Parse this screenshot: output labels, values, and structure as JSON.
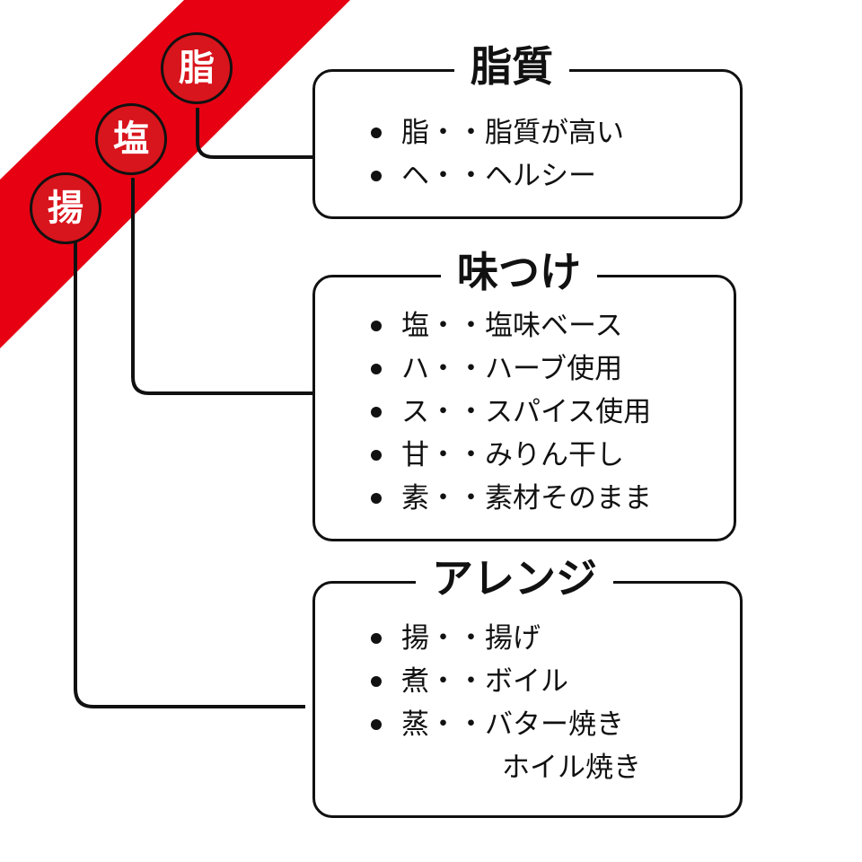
{
  "colors": {
    "ribbon": "#e60012",
    "circle": "#d8141c",
    "ink": "#111111"
  },
  "badges": [
    {
      "char": "脂"
    },
    {
      "char": "塩"
    },
    {
      "char": "揚"
    }
  ],
  "sections": [
    {
      "title": "脂質",
      "items": [
        {
          "text": "脂・・脂質が高い"
        },
        {
          "text": "ヘ・・ヘルシー"
        }
      ]
    },
    {
      "title": "味つけ",
      "items": [
        {
          "text": "塩・・塩味ベース"
        },
        {
          "text": "ハ・・ハーブ使用"
        },
        {
          "text": "ス・・スパイス使用"
        },
        {
          "text": "甘・・みりん干し"
        },
        {
          "text": "素・・素材そのまま"
        }
      ]
    },
    {
      "title": "アレンジ",
      "items": [
        {
          "text": "揚・・揚げ"
        },
        {
          "text": "煮・・ボイル"
        },
        {
          "text": "蒸・・バター焼き",
          "continuation": "ホイル焼き"
        }
      ]
    }
  ]
}
